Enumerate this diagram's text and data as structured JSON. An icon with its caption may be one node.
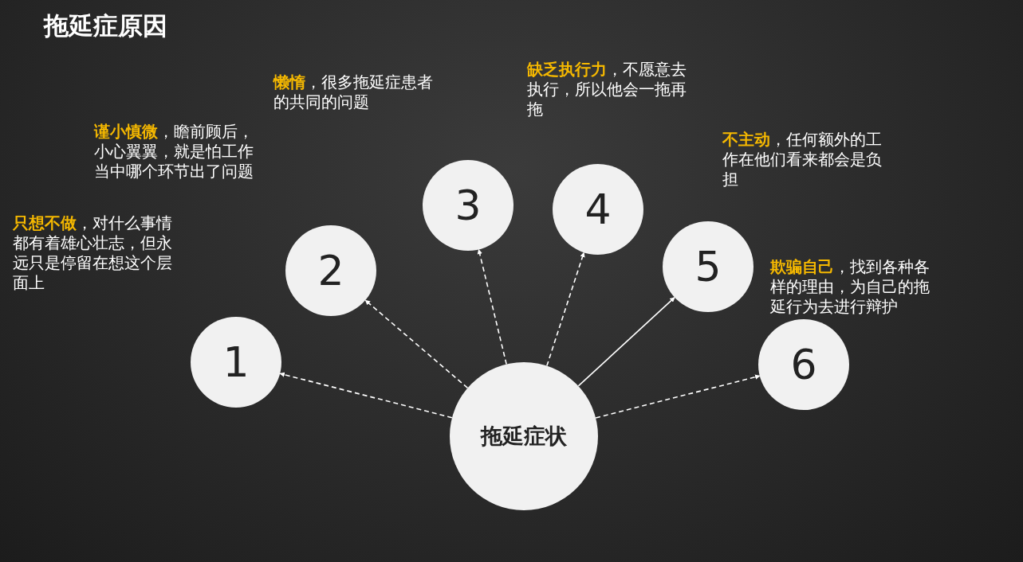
{
  "diagram": {
    "title": "拖延症原因",
    "nodes": [
      {
        "text": [
          "1"
        ],
        "beside": [
          "**只想不做**，对什么事情都有着雄心壮志，但永远只是停留在想这个层面上"
        ]
      },
      {
        "text": [
          "2"
        ],
        "beside": [
          "**谨小慎微**，瞻前顾后，小心翼翼，就是怕工作当中哪个环节出了问题"
        ]
      },
      {
        "text": [
          "3"
        ],
        "beside": [
          "**懒惰**，很多拖延症患者的共同的问题"
        ]
      },
      {
        "text": [
          "4"
        ],
        "beside": [
          "**缺乏执行力**，不愿意去执行，所以他会一拖再拖"
        ]
      },
      {
        "text": [
          "5"
        ],
        "beside": [
          "**不主动**，任何额外的工作在他们看来都会是负担"
        ]
      },
      {
        "text": [
          "6"
        ],
        "beside": [
          "**欺骗自己**，找到各种各样的理由，为自己的拖延行为去进行辩护"
        ]
      },
      {
        "text": [
          "拖延症状"
        ]
      }
    ],
    "edges": [
      {
        "from": 6,
        "to": 0,
        "arrow": "to",
        "style": "dashed"
      },
      {
        "from": 6,
        "to": 1,
        "arrow": "to",
        "style": "dashed"
      },
      {
        "from": 6,
        "to": 2,
        "arrow": "to",
        "style": "dashed"
      },
      {
        "from": 6,
        "to": 3,
        "arrow": "to",
        "style": "dashed"
      },
      {
        "from": 6,
        "to": 4,
        "arrow": "to"
      },
      {
        "from": 6,
        "to": 5,
        "arrow": "to",
        "style": "dashed"
      }
    ]
  }
}
